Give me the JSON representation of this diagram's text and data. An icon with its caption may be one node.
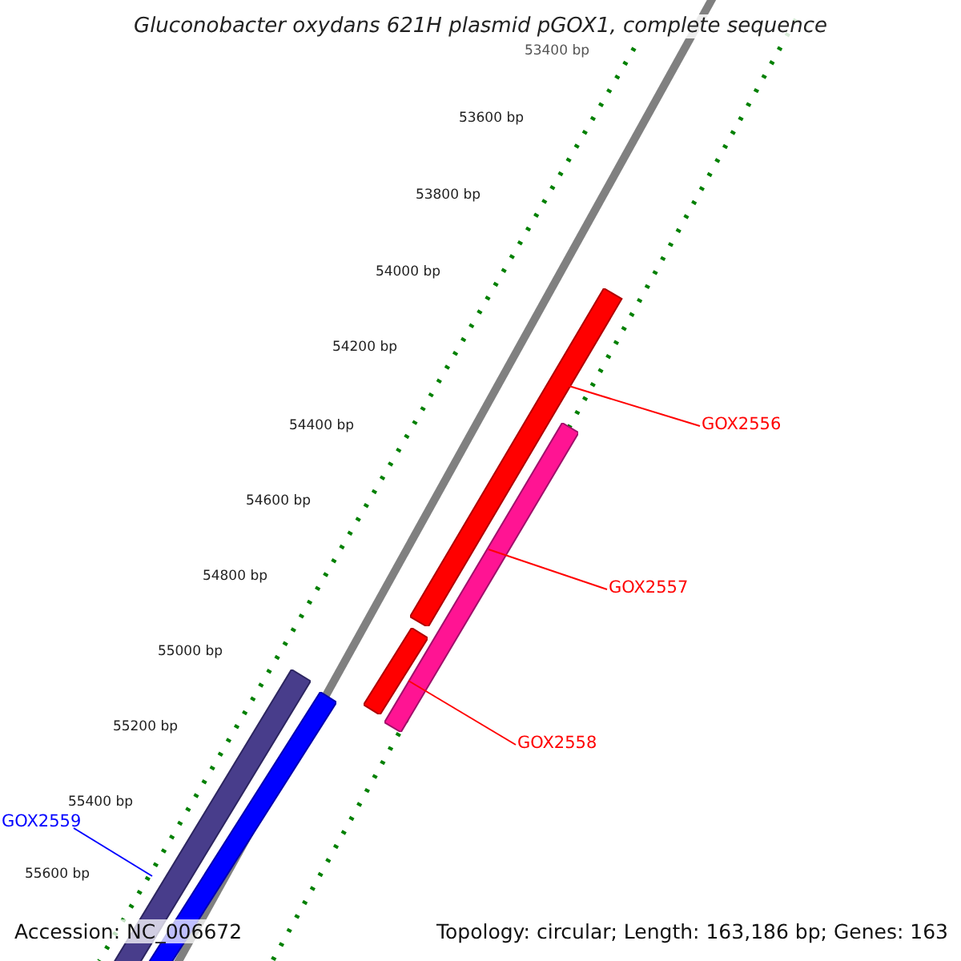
{
  "diagram": {
    "title": "Gluconobacter oxydans 621H plasmid pGOX1, complete sequence",
    "nodes": [
      {
        "text": [
          "GOX2556"
        ]
      },
      {
        "text": [],
        "shape": "bar"
      },
      {
        "text": [
          "GOX2557"
        ]
      },
      {
        "text": [],
        "shape": "bar"
      },
      {
        "text": [
          "GOX2558"
        ]
      },
      {
        "text": [],
        "shape": "bar"
      },
      {
        "text": [
          "GOX2559"
        ]
      },
      {
        "text": [],
        "shape": "bar"
      },
      {
        "text": [],
        "shape": "bar"
      }
    ],
    "edges": [
      {
        "from": 0,
        "to": 1,
        "arrow": "none"
      },
      {
        "from": 2,
        "to": 3,
        "arrow": "none"
      },
      {
        "from": 4,
        "to": 5,
        "arrow": "none"
      },
      {
        "from": 6,
        "to": 7,
        "arrow": "none",
        "color": "#0000ff"
      }
    ],
    "labels": [
      "53400 bp",
      "53600 bp",
      "53800 bp",
      "54000 bp",
      "54200 bp",
      "54400 bp",
      "54600 bp",
      "54800 bp",
      "55000 bp",
      "55200 bp",
      "55400 bp",
      "55600 bp",
      "Accession: NC_006672",
      "Topology: circular; Length: 163,186 bp; Genes: 163"
    ]
  }
}
